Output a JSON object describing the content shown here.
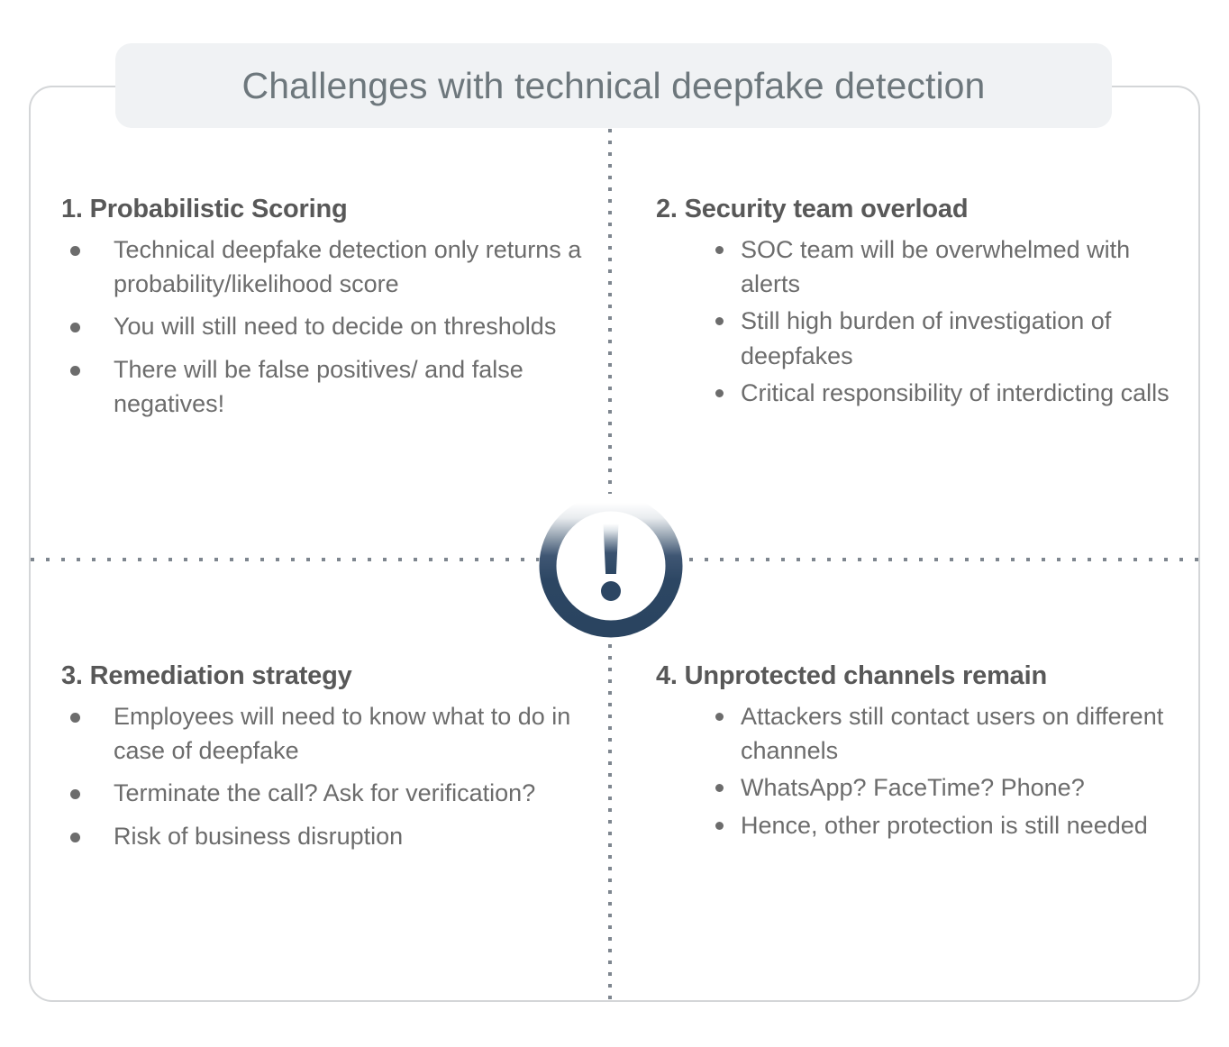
{
  "slide": {
    "title": "Challenges with technical deepfake detection",
    "center_icon": "exclamation-warning-icon",
    "colors": {
      "title_text": "#6d777c",
      "title_pill_bg": "#f0f2f4",
      "card_border": "#d4d6d8",
      "heading_text": "#585858",
      "body_text": "#6c6c6c",
      "divider": "#7e868f",
      "icon_dark": "#2c4663",
      "icon_light": "#ffffff"
    },
    "quadrants": [
      {
        "heading": "1. Probabilistic Scoring",
        "bullets": [
          "Technical deepfake detection only returns a probability/likelihood score",
          "You will still need to decide on thresholds",
          "There will be false positives/ and false negatives!"
        ]
      },
      {
        "heading": "2. Security team overload",
        "bullets": [
          "SOC team will be overwhelmed with alerts",
          "Still high burden of investigation of deepfakes",
          "Critical responsibility of interdicting calls"
        ]
      },
      {
        "heading": "3. Remediation strategy",
        "bullets": [
          "Employees will need to know what to do in case of deepfake",
          "Terminate the call? Ask for verification?",
          "Risk of business disruption"
        ]
      },
      {
        "heading": "4. Unprotected channels remain",
        "bullets": [
          "Attackers still contact users on different channels",
          "WhatsApp? FaceTime? Phone?",
          "Hence, other protection is still needed"
        ]
      }
    ]
  }
}
